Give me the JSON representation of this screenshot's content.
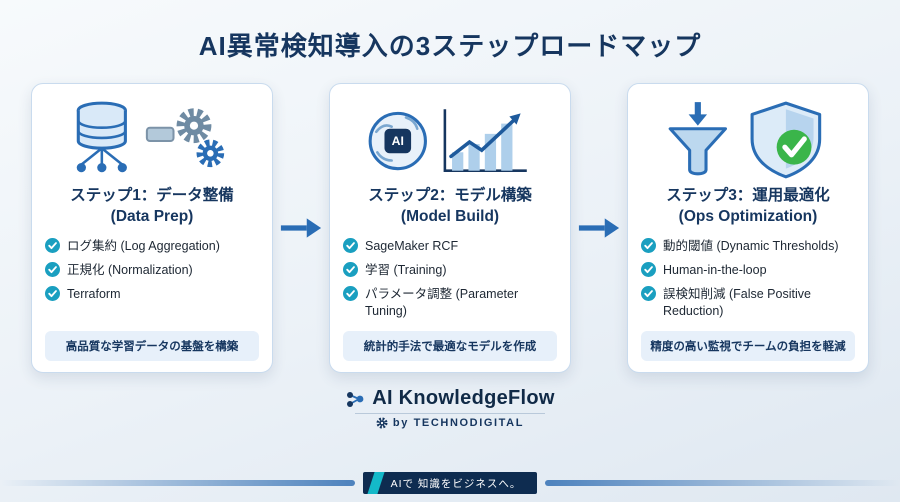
{
  "title": "AI異常検知導入の3ステップロードマップ",
  "steps": [
    {
      "title_jp": "ステップ1：データ整備",
      "title_en": "(Data Prep)",
      "items": [
        "ログ集約 (Log Aggregation)",
        "正規化 (Normalization)",
        "Terraform"
      ],
      "summary": "高品質な学習データの基盤を構築"
    },
    {
      "title_jp": "ステップ2：モデル構築",
      "title_en": "(Model Build)",
      "items": [
        "SageMaker RCF",
        "学習 (Training)",
        "パラメータ調整 (Parameter Tuning)"
      ],
      "summary": "統計的手法で最適なモデルを作成"
    },
    {
      "title_jp": "ステップ3：運用最適化",
      "title_en": "(Ops Optimization)",
      "items": [
        "動的閾値 (Dynamic Thresholds)",
        "Human-in-the-loop",
        "誤検知削減 (False Positive Reduction)"
      ],
      "summary": "精度の高い監視でチームの負担を軽減"
    }
  ],
  "icons": {
    "ai_badge": "AI"
  },
  "footer": {
    "brand": "AI KnowledgeFlow",
    "byline": "by TECHNODIGITAL",
    "tagline": "AIで 知識をビジネスへ。"
  },
  "colors": {
    "title": "#16365f",
    "arrow": "#2a6db5",
    "check": "#1a9fc0",
    "card_border": "#c9dbee",
    "summary_bg": "#e7f0fa",
    "banner_bg": "#0e2c50",
    "banner_accent": "#14b9c9",
    "shield_check_green": "#3ab54a"
  }
}
